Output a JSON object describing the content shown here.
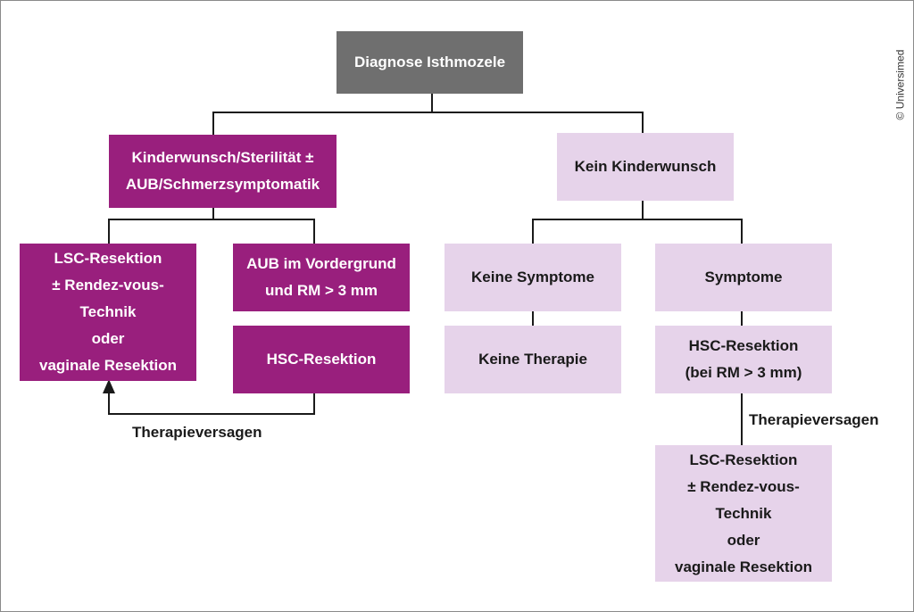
{
  "root": {
    "label": "Diagnose Isthmozele"
  },
  "left_branch": {
    "label_lines": [
      "Kinderwunsch/Sterilität ±",
      "AUB/Schmerzsymptomatik"
    ],
    "lsc_box": {
      "lines": [
        "LSC-Resektion",
        "± Rendez-vous-",
        "Technik",
        "oder",
        "vaginale Resektion"
      ]
    },
    "aub_box": {
      "lines": [
        "AUB im Vordergrund",
        "und RM > 3 mm"
      ]
    },
    "hsc_box": {
      "label": "HSC-Resektion"
    },
    "failure_label": "Therapieversagen"
  },
  "right_branch": {
    "label": "Kein Kinderwunsch",
    "no_symptoms": {
      "label": "Keine Symptome"
    },
    "no_therapy": {
      "label": "Keine Therapie"
    },
    "symptoms": {
      "label": "Symptome"
    },
    "hsc_box": {
      "lines": [
        "HSC-Resektion",
        "(bei RM > 3 mm)"
      ]
    },
    "failure_label": "Therapieversagen",
    "lsc_box": {
      "lines": [
        "LSC-Resektion",
        "± Rendez-vous-",
        "Technik",
        "oder",
        "vaginale Resektion"
      ]
    }
  },
  "copyright": "© Universimed",
  "colors": {
    "root_fill": "#6f6f6f",
    "dark_fill": "#991f7d",
    "light_fill": "#e6d3ea",
    "connector": "#1a1a1a"
  }
}
